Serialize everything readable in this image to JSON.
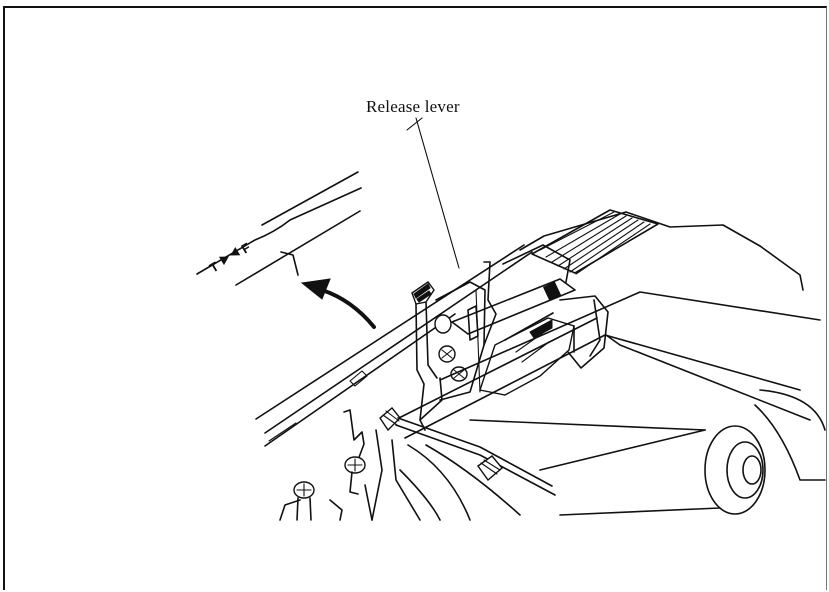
{
  "figure": {
    "callout_label": "Release lever",
    "scale_marks": [
      "T",
      "F"
    ],
    "colors": {
      "ink": "#111111",
      "paper": "#ffffff"
    }
  }
}
